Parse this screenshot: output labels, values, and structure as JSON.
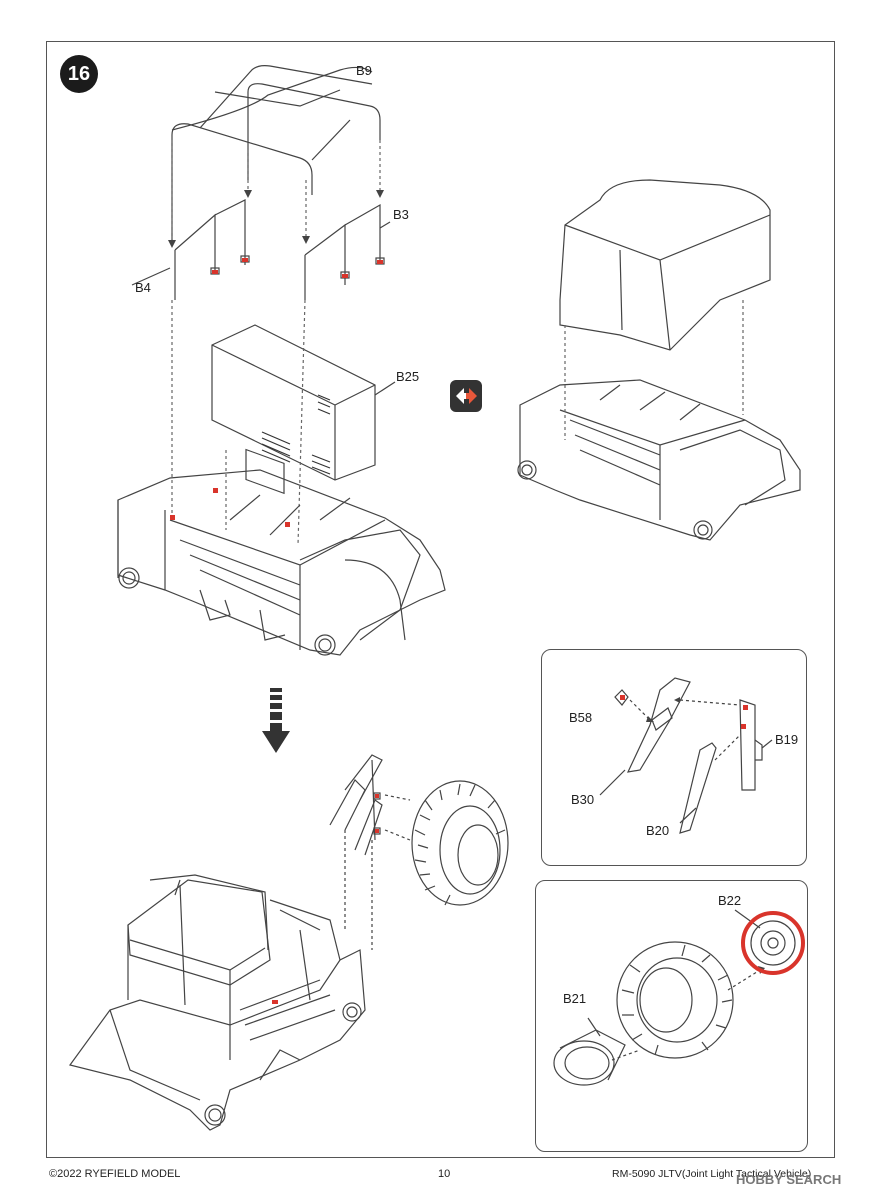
{
  "step": {
    "number": "16"
  },
  "labels": {
    "b9": "B9",
    "b3": "B3",
    "b4": "B4",
    "b25": "B25",
    "b58": "B58",
    "b19": "B19",
    "b30": "B30",
    "b20": "B20",
    "b22": "B22",
    "b21": "B21"
  },
  "icons": {
    "swap": "swap-arrows-icon",
    "next_step": "down-arrow-icon"
  },
  "colors": {
    "highlight": "#d9342b",
    "ink": "#222222"
  },
  "footer": {
    "copyright": "©2022 RYEFIELD MODEL",
    "page_number": "10",
    "product": "RM-5090 JLTV(Joint Light Tactical Vehicle)",
    "watermark": "HOBBY SEARCH"
  }
}
